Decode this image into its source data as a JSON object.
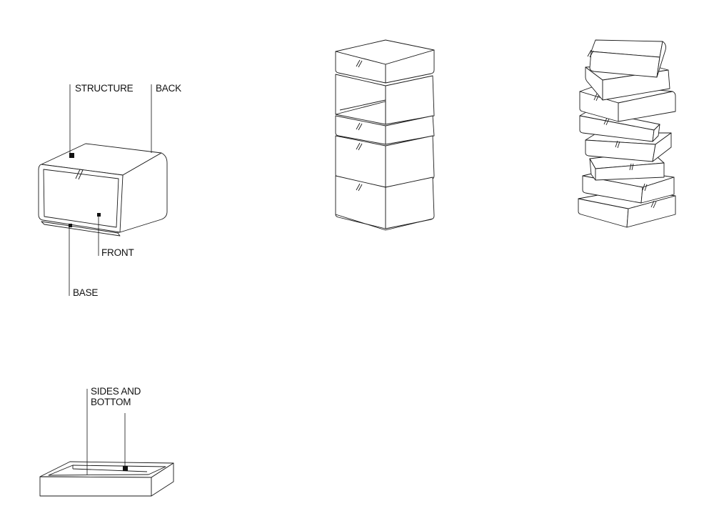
{
  "labels": {
    "structure": "STRUCTURE",
    "back": "BACK",
    "front": "FRONT",
    "base": "BASE",
    "sides_and_bottom_line1": "SIDES AND",
    "sides_and_bottom_line2": "BOTTOM"
  },
  "colors": {
    "line": "#1a1a1a",
    "background": "#ffffff"
  }
}
